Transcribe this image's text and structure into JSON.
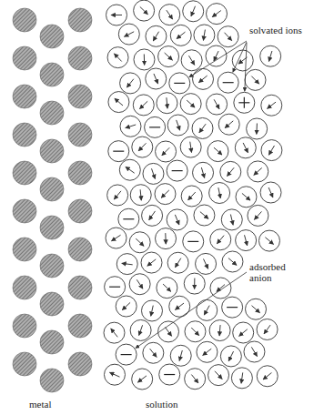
{
  "diagram": {
    "labels": [
      "solvated ions",
      "adsorbed anion",
      "metal",
      "solution"
    ]
  }
}
